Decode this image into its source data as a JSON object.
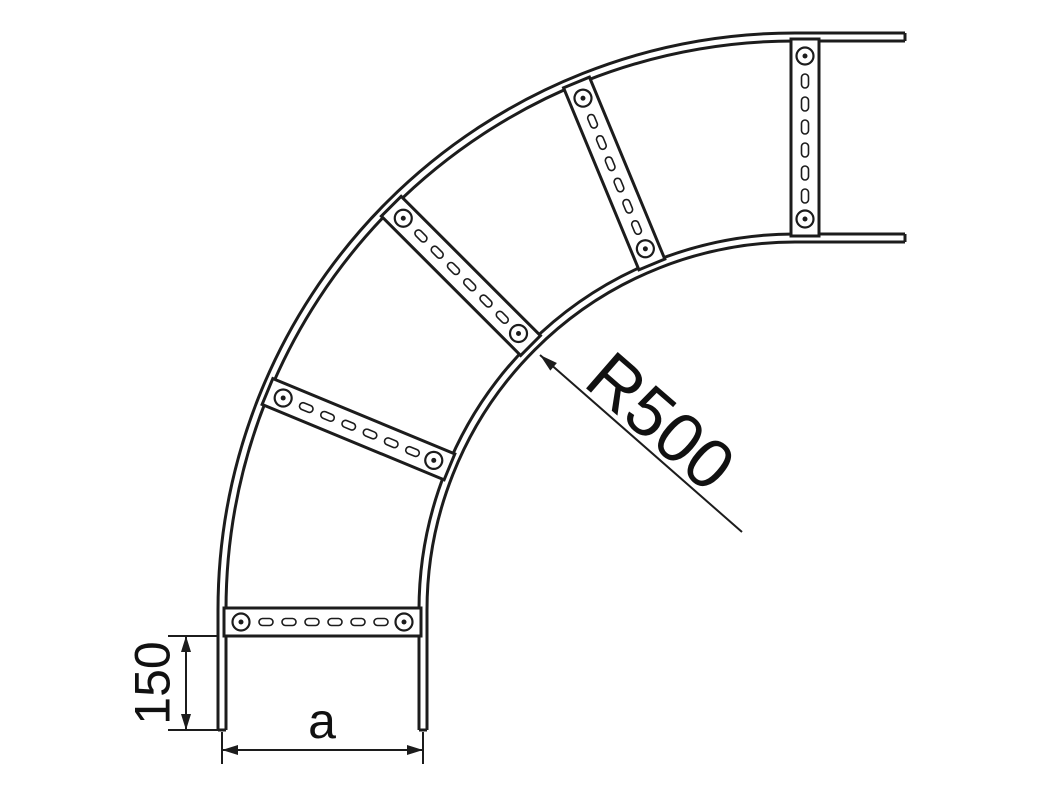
{
  "drawing": {
    "labels": {
      "radius": "R500",
      "end_to_rung": "150",
      "width": "a"
    },
    "colors": {
      "line": "#1c1c1c",
      "background": "#ffffff"
    }
  }
}
